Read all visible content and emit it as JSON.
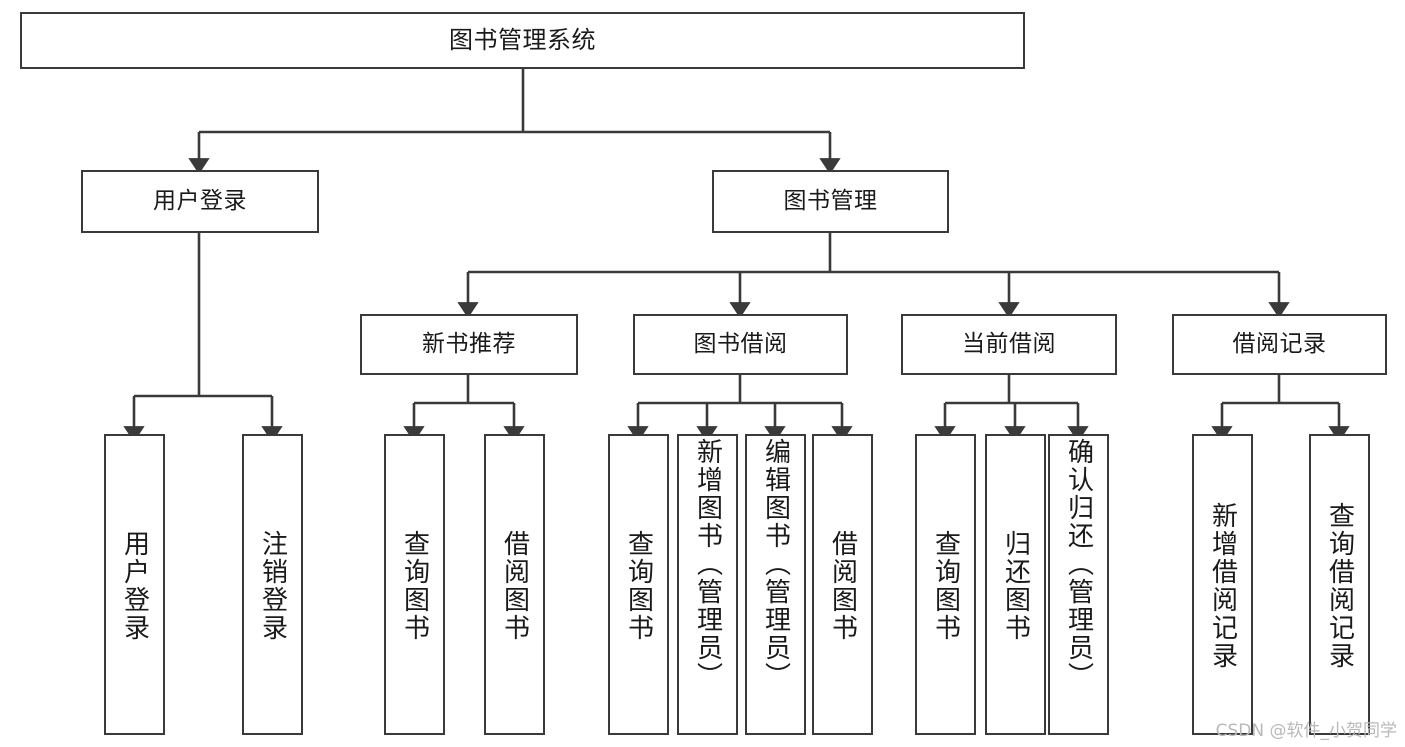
{
  "diagram": {
    "title": "图书管理系统",
    "watermark": "CSDN @软件_小贺同学",
    "line_color": "#3a3a3a",
    "box_fill": "#ffffff",
    "text_color": "#1a1a1a",
    "watermark_color": "#b9b9b9",
    "nodes": {
      "root": {
        "label": "图书管理系统"
      },
      "level2": [
        {
          "id": "user-login",
          "label": "用户登录"
        },
        {
          "id": "book-management",
          "label": "图书管理"
        }
      ],
      "level3": [
        {
          "id": "new-book-recommend",
          "label": "新书推荐"
        },
        {
          "id": "book-borrow",
          "label": "图书借阅"
        },
        {
          "id": "current-borrow",
          "label": "当前借阅"
        },
        {
          "id": "borrow-record",
          "label": "借阅记录"
        }
      ],
      "leaves": {
        "user_login": [
          {
            "id": "leaf-user-login",
            "label": "用户登录"
          },
          {
            "id": "leaf-logout-login",
            "label": "注销登录"
          }
        ],
        "new_book_recommend": [
          {
            "id": "leaf-query-book-1",
            "label": "查询图书"
          },
          {
            "id": "leaf-borrow-book-1",
            "label": "借阅图书"
          }
        ],
        "book_borrow": [
          {
            "id": "leaf-query-book-2",
            "label": "查询图书"
          },
          {
            "id": "leaf-add-book",
            "label": "新增图书（管理员）"
          },
          {
            "id": "leaf-edit-book",
            "label": "编辑图书（管理员）"
          },
          {
            "id": "leaf-borrow-book-2",
            "label": "借阅图书"
          }
        ],
        "current_borrow": [
          {
            "id": "leaf-query-book-3",
            "label": "查询图书"
          },
          {
            "id": "leaf-return-book",
            "label": "归还图书"
          },
          {
            "id": "leaf-confirm-return",
            "label": "确认归还（管理员）"
          }
        ],
        "borrow_record": [
          {
            "id": "leaf-add-borrow-record",
            "label": "新增借阅记录"
          },
          {
            "id": "leaf-query-borrow-record",
            "label": "查询借阅记录"
          }
        ]
      }
    }
  }
}
